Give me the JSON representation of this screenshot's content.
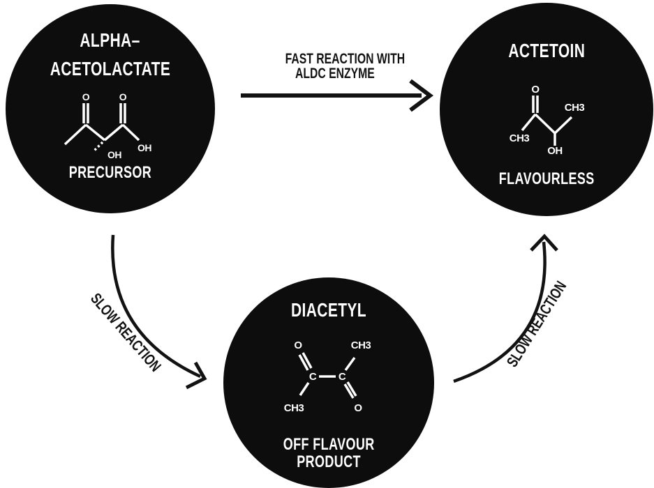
{
  "colors": {
    "background": "#ffffff",
    "circle_fill": "#0d0d0d",
    "text_on_circle": "#ffffff",
    "arrow_and_label": "#121212"
  },
  "nodes": {
    "alpha_acetolactate": {
      "title_line1": "ALPHA–",
      "title_line2": "ACETOLACTATE",
      "caption": "PRECURSOR",
      "atoms": {
        "o_left": "O",
        "o_right": "O",
        "oh_center": "OH",
        "oh_right": "OH"
      }
    },
    "acetoin": {
      "title": "ACTETOIN",
      "caption": "FLAVOURLESS",
      "atoms": {
        "o_top": "O",
        "ch3_left": "CH3",
        "ch3_right": "CH3",
        "oh_bottom": "OH"
      }
    },
    "diacetyl": {
      "title": "DIACETYL",
      "caption_line1": "OFF FLAVOUR",
      "caption_line2": "PRODUCT",
      "atoms": {
        "o_top_left": "O",
        "ch3_top_right": "CH3",
        "c_left": "C",
        "c_right": "C",
        "ch3_bottom_left": "CH3",
        "o_bottom_right": "O"
      }
    }
  },
  "arrows": {
    "fast_reaction": {
      "label_line1": "FAST REACTION WITH",
      "label_line2": "ALDC ENZYME"
    },
    "slow_reaction_left": {
      "label": "SLOW REACTION"
    },
    "slow_reaction_right": {
      "label": "SLOW REACTION"
    }
  }
}
